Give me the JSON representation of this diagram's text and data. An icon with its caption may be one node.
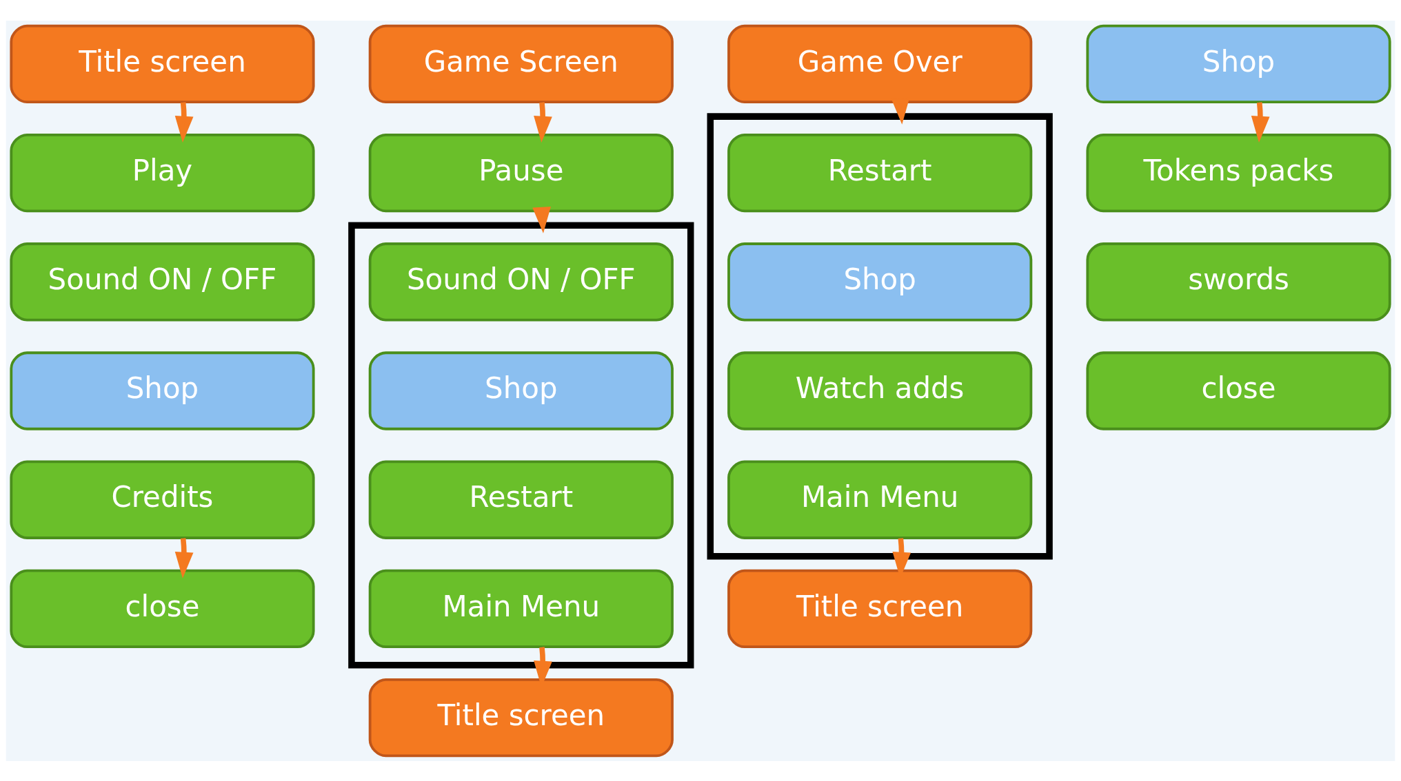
{
  "diagram": {
    "nodes": [
      {
        "text": [
          "Title screen"
        ]
      },
      {
        "text": [
          "Play"
        ]
      },
      {
        "text": [
          "Sound ON / OFF"
        ]
      },
      {
        "text": [
          "Shop"
        ]
      },
      {
        "text": [
          "Credits"
        ]
      },
      {
        "text": [
          "close"
        ]
      },
      {
        "text": [
          "Game Screen"
        ]
      },
      {
        "text": [
          "Pause"
        ]
      },
      {
        "text": [],
        "shape": "box"
      },
      {
        "text": [
          "Sound ON / OFF"
        ],
        "in": 8
      },
      {
        "text": [
          "Shop"
        ],
        "in": 8
      },
      {
        "text": [
          "Restart"
        ],
        "in": 8
      },
      {
        "text": [
          "Main Menu"
        ],
        "in": 8
      },
      {
        "text": [
          "Title screen"
        ]
      },
      {
        "text": [
          "Game Over"
        ]
      },
      {
        "text": [],
        "shape": "box"
      },
      {
        "text": [
          "Restart"
        ],
        "in": 15
      },
      {
        "text": [
          "Shop"
        ],
        "in": 15
      },
      {
        "text": [
          "Watch adds"
        ],
        "in": 15
      },
      {
        "text": [
          "Main Menu"
        ],
        "in": 15
      },
      {
        "text": [
          "Title screen"
        ]
      },
      {
        "text": [
          "Shop"
        ]
      },
      {
        "text": [
          "Tokens packs"
        ]
      },
      {
        "text": [
          "swords"
        ]
      },
      {
        "text": [
          "close"
        ]
      }
    ],
    "edges": [
      {
        "from": 0,
        "to": 1,
        "arrow": "to"
      },
      {
        "from": 4,
        "to": 5,
        "arrow": "to"
      },
      {
        "from": 6,
        "to": 7,
        "arrow": "to"
      },
      {
        "from": 7,
        "to": 8,
        "arrow": "to"
      },
      {
        "from": 12,
        "to": 13,
        "arrow": "to"
      },
      {
        "from": 14,
        "to": 15,
        "arrow": "to"
      },
      {
        "from": 19,
        "to": 20,
        "arrow": "to"
      },
      {
        "from": 21,
        "to": 22,
        "arrow": "to"
      }
    ]
  }
}
